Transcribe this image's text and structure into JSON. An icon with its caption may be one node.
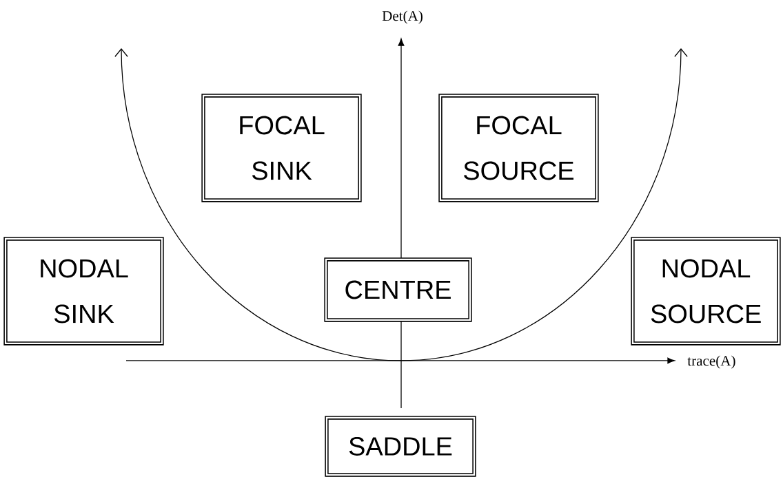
{
  "diagram": {
    "nodes": [
      {
        "text": [
          "FOCAL SINK"
        ]
      },
      {
        "text": [
          "FOCAL SOURCE"
        ]
      },
      {
        "text": [
          "NODAL SINK"
        ]
      },
      {
        "text": [
          "CENTRE"
        ]
      },
      {
        "text": [
          "NODAL SOURCE"
        ]
      },
      {
        "text": [
          "SADDLE"
        ]
      }
    ],
    "labels": [
      "Det(A)",
      "trace(A)"
    ]
  }
}
